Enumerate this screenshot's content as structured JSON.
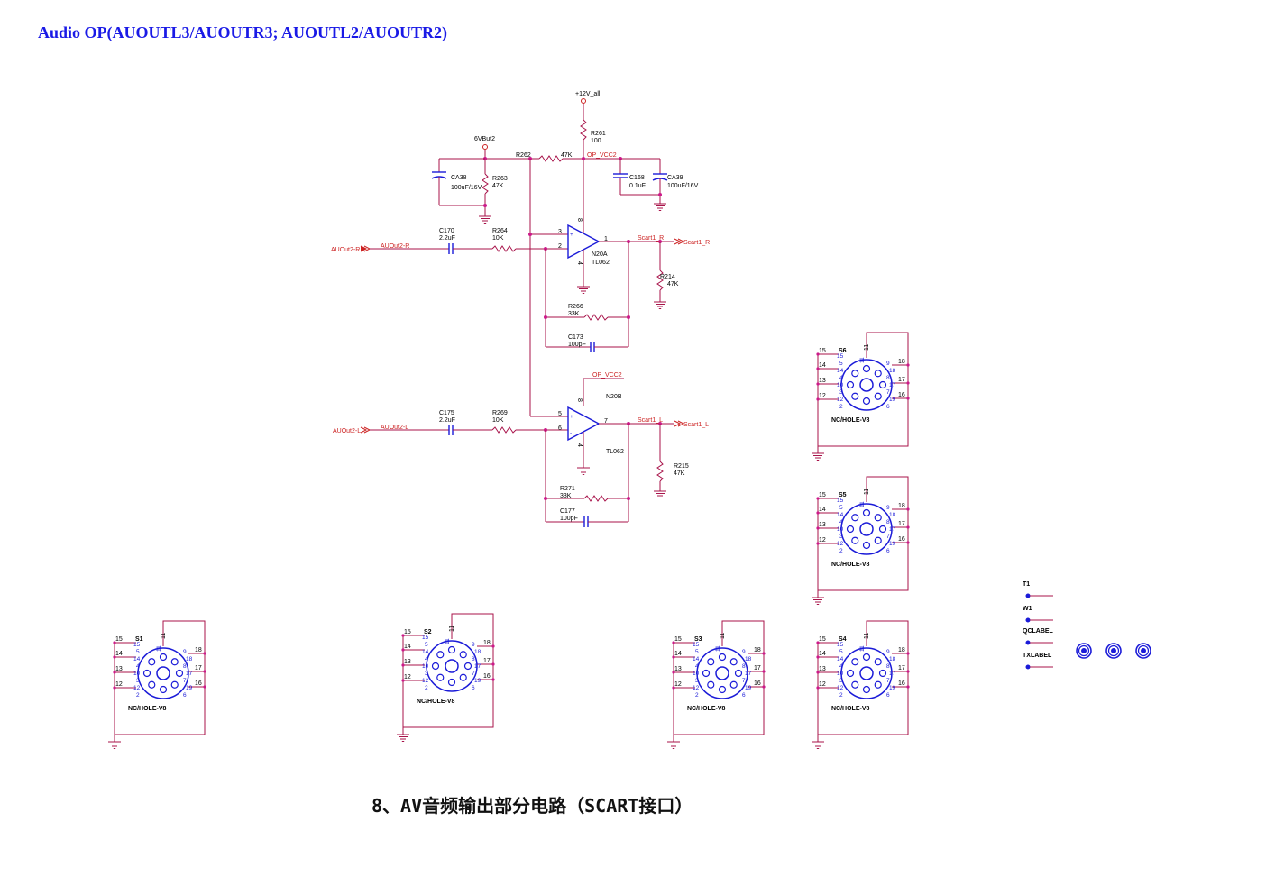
{
  "title": "Audio OP(AUOUTL3/AUOUTR3; AUOUTL2/AUOUTR2)",
  "caption": "8、AV音频输出部分电路（SCART接口）",
  "colors": {
    "title": "#1a1ae6",
    "wire": "#a8134a",
    "component": "#1b1bd8",
    "net_label": "#cc2222",
    "junction": "#cc1a8a"
  },
  "power": {
    "v12": "+12V_all",
    "v6": "6VBut2",
    "opvcc_top": "OP_VCC2",
    "opvcc_bottom": "OP_VCC2"
  },
  "components": {
    "r261": {
      "ref": "R261",
      "val": "100"
    },
    "r262": {
      "ref": "R262",
      "val": "47K"
    },
    "r263": {
      "ref": "R263",
      "val": "47K"
    },
    "ca38": {
      "ref": "CA38",
      "val": "100uF/16V"
    },
    "c168": {
      "ref": "C168",
      "val": "0.1uF"
    },
    "ca39": {
      "ref": "CA39",
      "val": "100uF/16V"
    },
    "c170": {
      "ref": "C170",
      "val": "2.2uF"
    },
    "r264": {
      "ref": "R264",
      "val": "10K"
    },
    "n20a": {
      "ref": "N20A",
      "val": "TL062"
    },
    "r214": {
      "ref": "R214",
      "val": "47K"
    },
    "r266": {
      "ref": "R266",
      "val": "33K"
    },
    "c173": {
      "ref": "C173",
      "val": "100pF"
    },
    "n20b": {
      "ref": "N20B",
      "val": "TL062"
    },
    "c175": {
      "ref": "C175",
      "val": "2.2uF"
    },
    "r269": {
      "ref": "R269",
      "val": "10K"
    },
    "r215": {
      "ref": "R215",
      "val": "47K"
    },
    "r271": {
      "ref": "R271",
      "val": "33K"
    },
    "c177": {
      "ref": "C177",
      "val": "100pF"
    }
  },
  "nets": {
    "in_r_port": "AUOut2-R",
    "in_r_net": "AUOut2-R",
    "in_l_port": "AUOut2-L",
    "in_l_net": "AUOut2-L",
    "out_r_net": "Scart1_R",
    "out_r_port": "Scart1_R",
    "out_l_net": "Scart1_L",
    "out_l_port": "Scart1_L"
  },
  "opamp_pins": {
    "a_in_plus": "3",
    "a_in_minus": "2",
    "a_out": "1",
    "a_vcc": "8",
    "a_gnd": "4",
    "b_in_plus": "5",
    "b_in_minus": "6",
    "b_out": "7",
    "b_vcc": "8",
    "b_gnd": "4"
  },
  "connectors": [
    {
      "ref": "S1",
      "type": "NC/HOLE-V8"
    },
    {
      "ref": "S2",
      "type": "NC/HOLE-V8"
    },
    {
      "ref": "S3",
      "type": "NC/HOLE-V8"
    },
    {
      "ref": "S4",
      "type": "NC/HOLE-V8"
    },
    {
      "ref": "S5",
      "type": "NC/HOLE-V8"
    },
    {
      "ref": "S6",
      "type": "NC/HOLE-V8"
    }
  ],
  "connector_pins": {
    "left": [
      "15",
      "14",
      "13",
      "12"
    ],
    "right": [
      "18",
      "17",
      "16"
    ],
    "top": "11"
  },
  "connector_inner_pins": {
    "left": [
      "15",
      "5",
      "14",
      "4",
      "10",
      "3",
      "12",
      "2"
    ],
    "right": [
      "9",
      "18",
      "8",
      "17",
      "7",
      "19",
      "6"
    ],
    "top": "11"
  },
  "testpoints": [
    "T1",
    "W1",
    "QCLABEL",
    "TXLABEL"
  ],
  "mounting_holes": 3
}
